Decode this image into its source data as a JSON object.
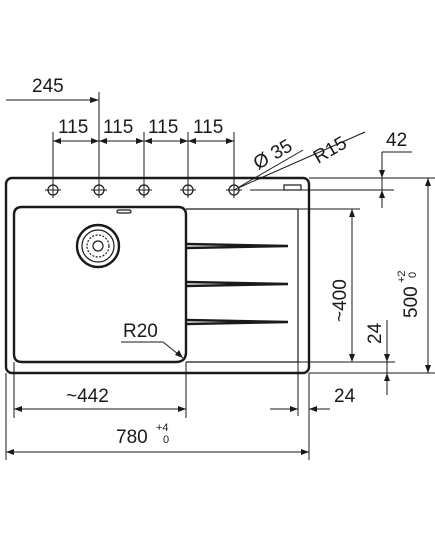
{
  "dimensions": {
    "offset_left": "245",
    "hole_spacing": [
      "115",
      "115",
      "115",
      "115"
    ],
    "hole_diameter": "Ø 35",
    "hole_radius": "R15",
    "hole_edge_offset": "42",
    "bowl_radius": "R20",
    "bowl_width": "~442",
    "bowl_height": "~400",
    "drainer_gap": "24",
    "right_margin": "24",
    "overall_width": "780",
    "overall_width_tol_upper": "+4",
    "overall_width_tol_lower": "0",
    "overall_depth": "500",
    "overall_depth_tol_upper": "+2",
    "overall_depth_tol_lower": "0"
  }
}
